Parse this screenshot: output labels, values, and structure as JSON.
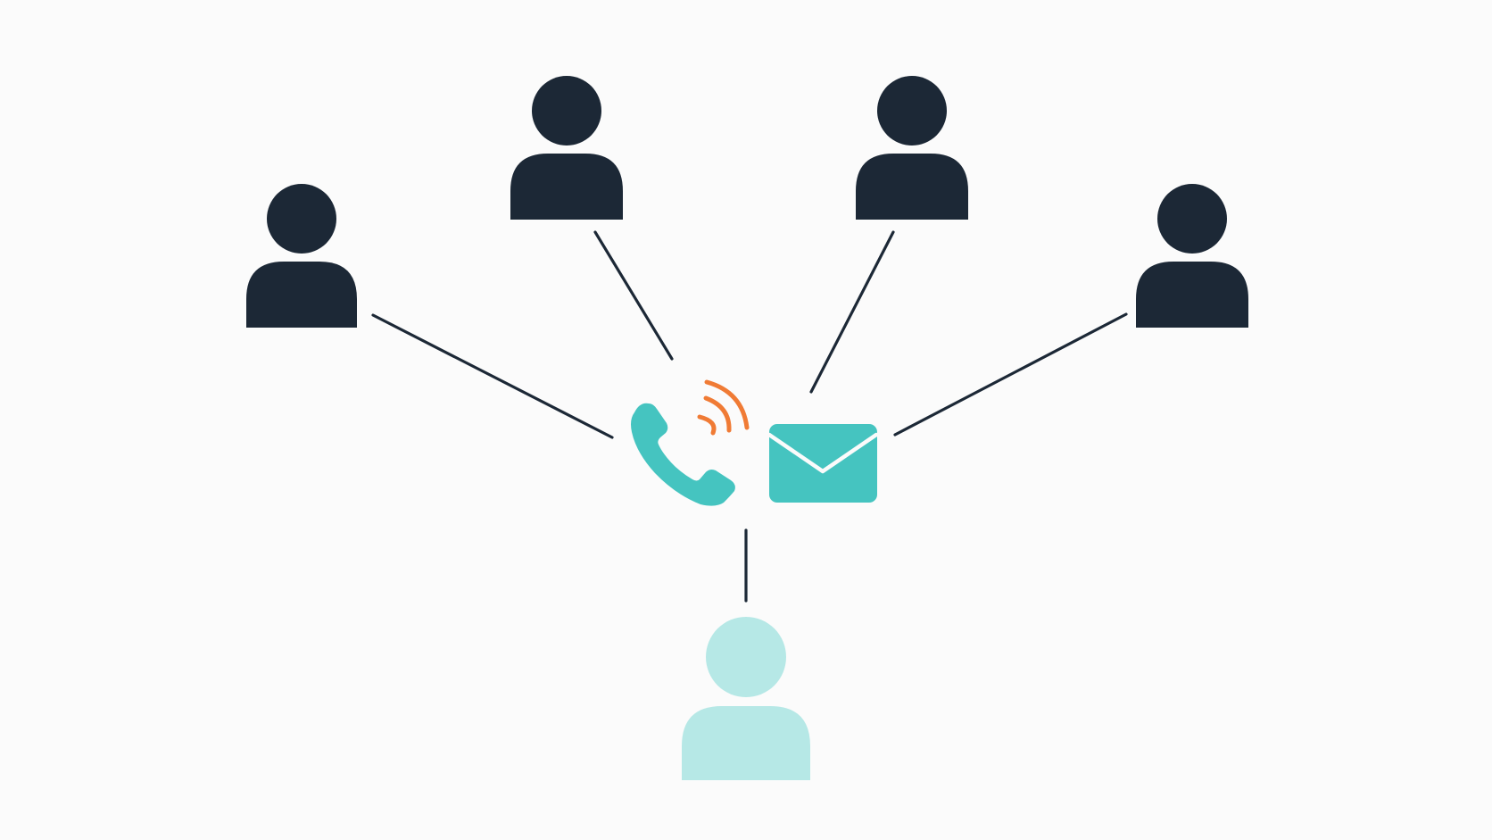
{
  "colors": {
    "background": "#fbfbfb",
    "person": "#1c2836",
    "highlighted_person": "#b6e8e6",
    "connector": "#1c2836",
    "communication_icon": "#45c4c0",
    "signal_waves": "#f07b35"
  },
  "nodes": [
    {
      "role": "person",
      "icon": "user-icon",
      "highlighted": false
    },
    {
      "role": "person",
      "icon": "user-icon",
      "highlighted": false
    },
    {
      "role": "person",
      "icon": "user-icon",
      "highlighted": false
    },
    {
      "role": "person",
      "icon": "user-icon",
      "highlighted": false
    },
    {
      "role": "person",
      "icon": "user-icon",
      "highlighted": true
    }
  ],
  "hub": {
    "icons": [
      "phone-icon",
      "signal-waves-icon",
      "envelope-icon"
    ]
  }
}
